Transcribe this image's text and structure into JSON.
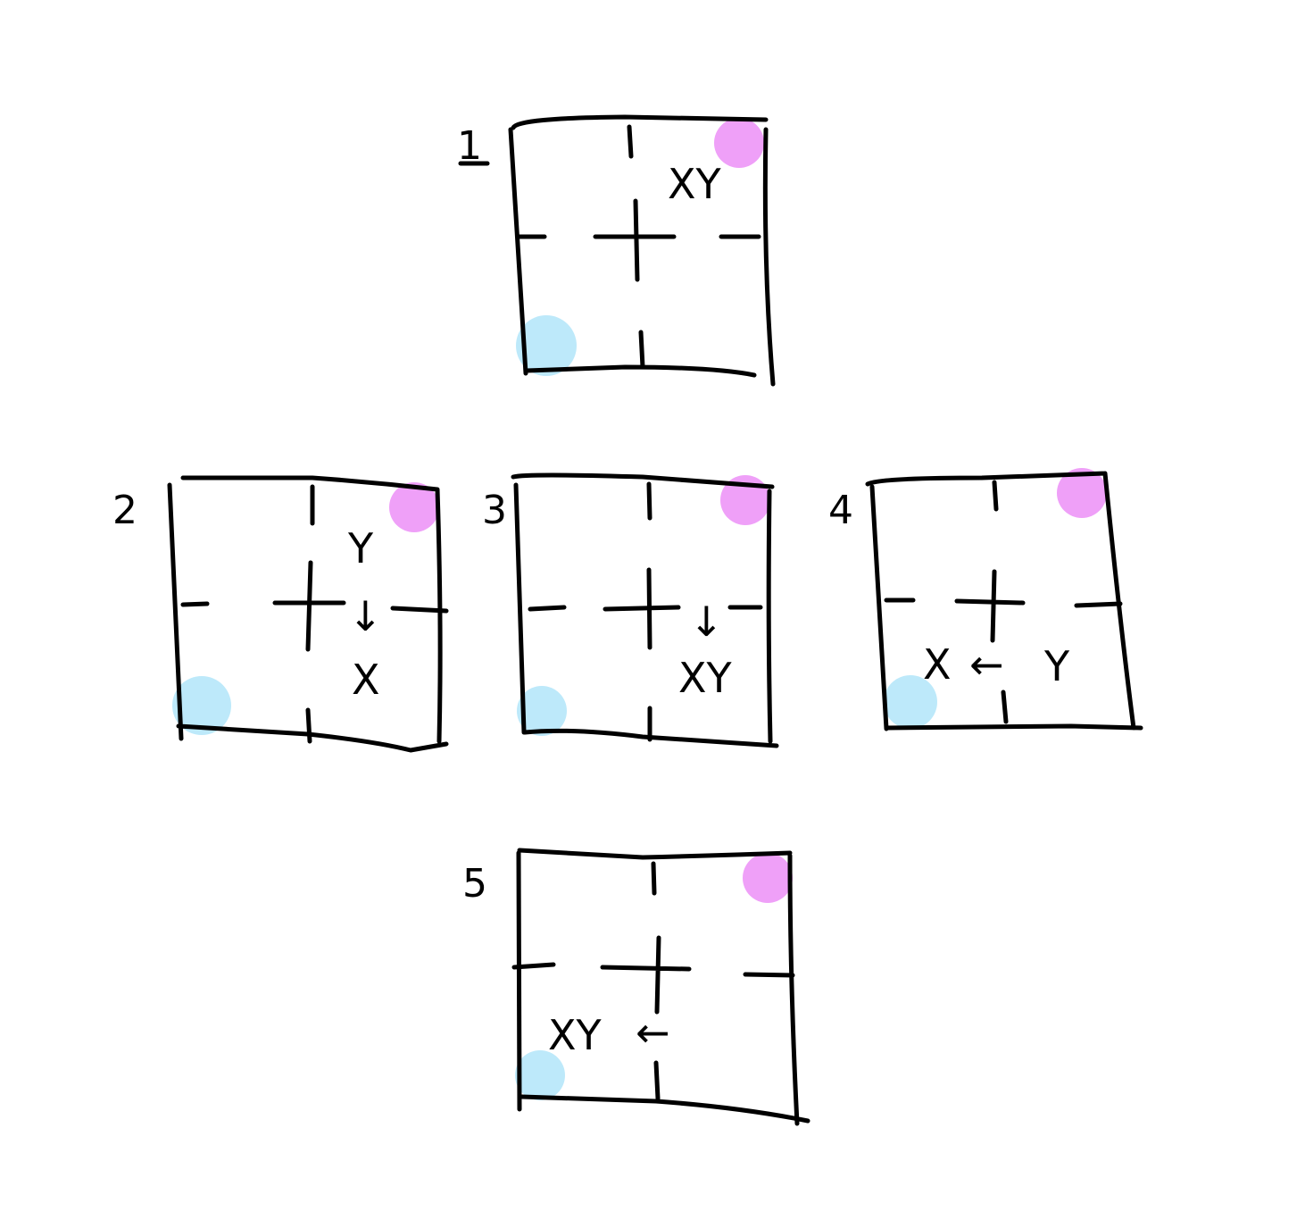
{
  "diagram": {
    "type": "sequence-of-panels",
    "description": "Five hand-drawn square panels, each with a centre crosshair and edge tick marks, a pink dot in the top-right corner and a blue dot in the bottom-left corner; letters X and Y move between quadrants with arrows.",
    "colors": {
      "stroke": "#000000",
      "pink_dot": "#EFA0F8",
      "blue_dot": "#BDE9FA",
      "background": "#FFFFFF"
    },
    "panels": [
      {
        "number": "1",
        "labels": [
          {
            "text": "XY",
            "quadrant": "top-right"
          }
        ],
        "arrows": []
      },
      {
        "number": "2",
        "labels": [
          {
            "text": "Y",
            "quadrant": "top-right"
          },
          {
            "text": "X",
            "quadrant": "bottom-right"
          }
        ],
        "arrows": [
          {
            "glyph": "↓",
            "direction": "down",
            "quadrant": "right, on horizontal axis"
          }
        ]
      },
      {
        "number": "3",
        "labels": [
          {
            "text": "XY",
            "quadrant": "bottom-right"
          }
        ],
        "arrows": [
          {
            "glyph": "↓",
            "direction": "down",
            "quadrant": "right, on horizontal axis"
          }
        ]
      },
      {
        "number": "4",
        "labels": [
          {
            "text": "X",
            "quadrant": "bottom-left"
          },
          {
            "text": "Y",
            "quadrant": "bottom-right"
          }
        ],
        "arrows": [
          {
            "glyph": "←",
            "direction": "left",
            "quadrant": "bottom, between X and Y"
          }
        ]
      },
      {
        "number": "5",
        "labels": [
          {
            "text": "XY",
            "quadrant": "bottom-left"
          }
        ],
        "arrows": [
          {
            "glyph": "←",
            "direction": "left",
            "quadrant": "bottom, right of XY"
          }
        ]
      }
    ]
  }
}
